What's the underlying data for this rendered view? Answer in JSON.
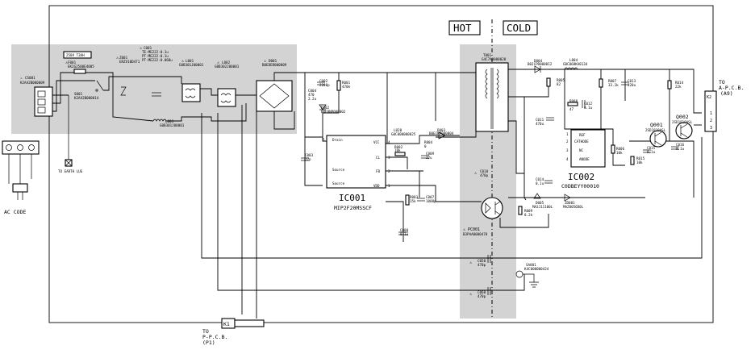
{
  "zones": {
    "hot": "HOT",
    "cold": "COLD"
  },
  "ac_cord": {
    "label": "AC CODE"
  },
  "input": {
    "cs001": {
      "ref": "CS001",
      "part": "K2AA2B000009"
    },
    "ratings": {
      "fuse_rating": "250V T3AH"
    },
    "f001": {
      "ref": "F001",
      "part": "EK2G2500E4005"
    },
    "s001": {
      "ref": "S001",
      "part": "K2AA2B000014"
    },
    "z001": {
      "ref": "Z001",
      "part": "ERZV10D471"
    },
    "c001": {
      "ref": "C001",
      "lines": [
        "TE-ME222-0.1u",
        "PT-ME222-0.1u",
        "PT-ME222-0.068u"
      ]
    },
    "l001": {
      "ref": "L001",
      "part": "G0B301J00001"
    },
    "l002": {
      "ref": "L002",
      "part": "G0B302J00001"
    },
    "l003": {
      "ref": "L003",
      "part": "G0B301J00001"
    },
    "d001": {
      "ref": "D001",
      "part": "B0EDER000009"
    },
    "earth": {
      "label": "TO EARTH LUG"
    }
  },
  "primary": {
    "c002": {
      "ref": "C002",
      "value": "2200p"
    },
    "r001": {
      "ref": "R001",
      "value": "470k"
    },
    "c004": {
      "ref": "C004",
      "value": "470"
    },
    "c004_v": {
      "value": "2.2u"
    },
    "d002": {
      "ref": "D002",
      "part": "B0EBNP000002"
    },
    "c003": {
      "ref": "C003",
      "value": "22p"
    },
    "l020": {
      "ref": "L020",
      "part": "G0C000000025"
    },
    "r002": {
      "ref": "R002",
      "value": "10k"
    },
    "r004": {
      "ref": "R004",
      "value": "0"
    },
    "d003": {
      "ref": "D003",
      "part": "B0ECKP000004"
    },
    "c009": {
      "ref": "C009",
      "value": "22u"
    },
    "r003": {
      "ref": "R003",
      "value": "15k"
    },
    "c007": {
      "ref": "C007",
      "value": "1000p"
    },
    "c008": {
      "ref": "C008",
      "value": "0.1u"
    }
  },
  "ic001": {
    "ref": "IC001",
    "part": "MIP2F20MSSCF",
    "pins": {
      "drain": "Drain",
      "source1": "Source",
      "source2": "Source",
      "vcc": "VCC",
      "cl": "CL",
      "fb": "FB",
      "vdd": "VDD"
    },
    "pin_numbers": [
      "5",
      "4",
      "3",
      "2",
      "1"
    ]
  },
  "transformer": {
    "t001": {
      "ref": "T001",
      "part": "G4C7A0000028"
    }
  },
  "isolation": {
    "c010": {
      "ref": "C010",
      "value": "470p"
    },
    "c050": {
      "ref": "C050",
      "value": "470p"
    },
    "c060": {
      "ref": "C060",
      "value": "470p"
    },
    "pc001": {
      "ref": "PC001",
      "part": "B3PAA0000478"
    }
  },
  "secondary": {
    "d004": {
      "ref": "D004",
      "part": "B0JCPD000012"
    },
    "l004": {
      "ref": "L004",
      "part": "G0C068KA0134"
    },
    "r005": {
      "ref": "R005",
      "value": "82"
    },
    "r007": {
      "ref": "R007",
      "value": "33.1k"
    },
    "c013": {
      "ref": "C013",
      "value": "220u"
    },
    "r014": {
      "ref": "R014",
      "value": "22k"
    },
    "r008": {
      "ref": "R008",
      "value": "47"
    },
    "c012": {
      "ref": "C012",
      "value": "0.1u"
    },
    "c011": {
      "ref": "C011",
      "value": "470u"
    },
    "r006": {
      "ref": "R006",
      "value": "10k"
    },
    "r015": {
      "ref": "R015",
      "value": "10k"
    },
    "c014": {
      "ref": "C014",
      "value": "0.1u"
    },
    "c016": {
      "ref": "C016",
      "value": "0.1u"
    },
    "c015": {
      "ref": "C015",
      "value": "0.1u"
    },
    "d005": {
      "ref": "D005",
      "part": "MA3J11100L"
    },
    "zd001": {
      "ref": "ZD001",
      "part": "MAZ8056D0L"
    },
    "r009": {
      "ref": "R009",
      "value": "8.2k"
    },
    "q001": {
      "ref": "Q001",
      "part": "2SD1819ASL"
    },
    "q002": {
      "ref": "Q002",
      "part": "2SD1819ASL"
    },
    "sa001": {
      "ref": "SA001",
      "part": "K4C000000424"
    }
  },
  "ic002": {
    "ref": "IC002",
    "part": "C0DBEYY00010",
    "pins": {
      "ref": "REF",
      "cathode": "CATHODE",
      "nc": "NC",
      "anode": "ANODE"
    },
    "pin_numbers": [
      "1",
      "2",
      "3",
      "4"
    ]
  },
  "connectors": {
    "k1": {
      "ref": "K1",
      "to": [
        "TO",
        "P-P.C.B.",
        "(P1)"
      ]
    },
    "k2": {
      "ref": "K2",
      "to": [
        "TO",
        "A-P.C.B.",
        "(A9)"
      ],
      "pins": [
        "1",
        "2",
        "3"
      ]
    }
  }
}
